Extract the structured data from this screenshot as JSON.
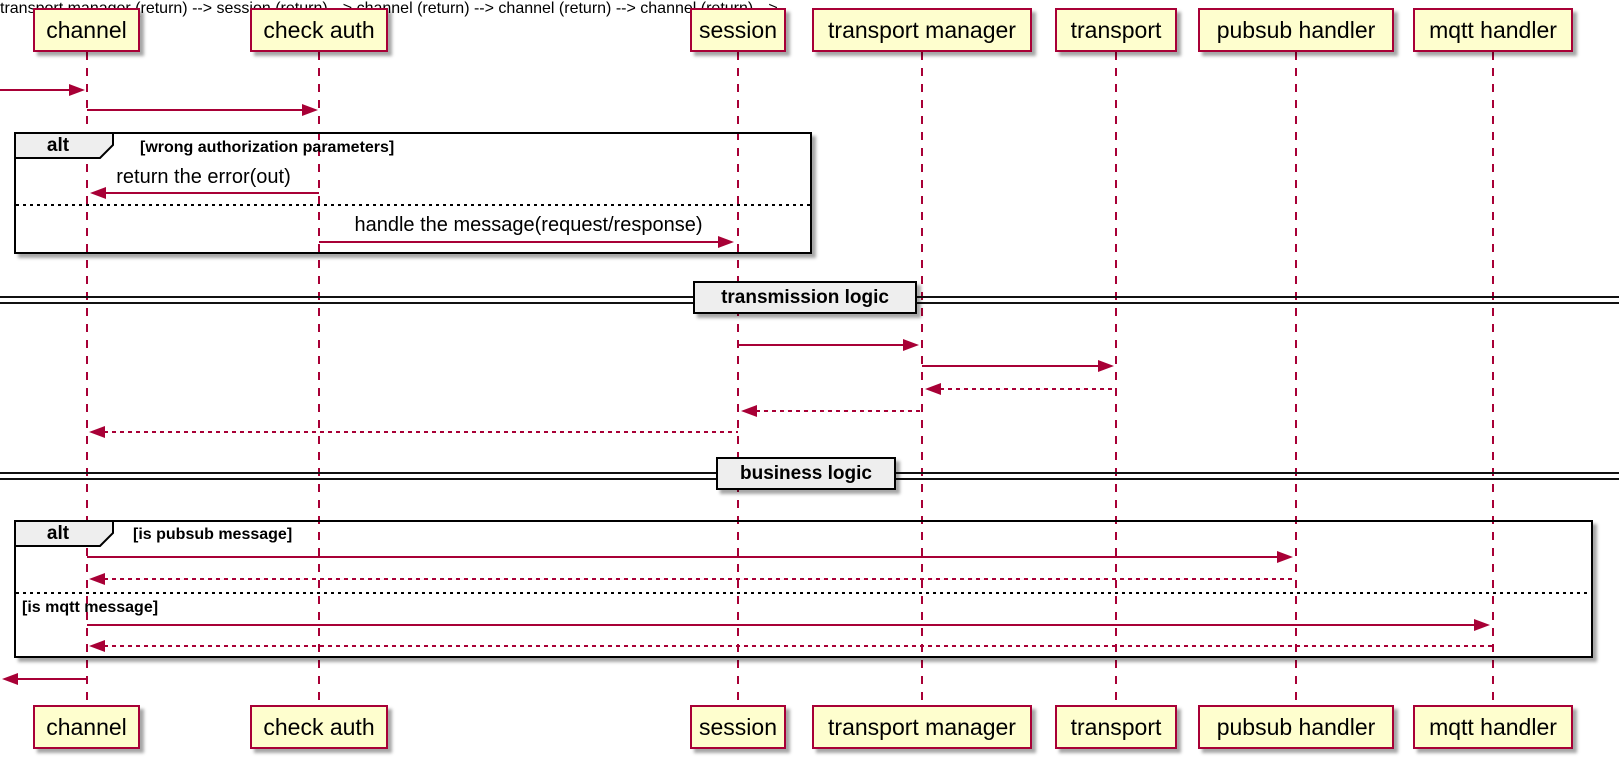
{
  "participants": [
    {
      "label": "channel"
    },
    {
      "label": "check auth"
    },
    {
      "label": "session"
    },
    {
      "label": "transport manager"
    },
    {
      "label": "transport"
    },
    {
      "label": "pubsub handler"
    },
    {
      "label": "mqtt handler"
    }
  ],
  "frames": [
    {
      "operator": "alt",
      "conditions": [
        "[wrong authorization parameters]"
      ]
    },
    {
      "operator": "alt",
      "conditions": [
        "[is pubsub message]",
        "[is mqtt message]"
      ]
    }
  ],
  "dividers": [
    {
      "label": "transmission logic"
    },
    {
      "label": "business logic"
    }
  ],
  "sequence": [
    {
      "from": "[external]",
      "to": "channel",
      "style": "solid",
      "label": ""
    },
    {
      "from": "channel",
      "to": "check auth",
      "style": "solid",
      "label": ""
    },
    {
      "from": "check auth",
      "to": "channel",
      "style": "solid",
      "label": "return the error(out)"
    },
    {
      "from": "check auth",
      "to": "session",
      "style": "solid",
      "label": "handle the message(request/response)"
    },
    {
      "from": "session",
      "to": "transport manager",
      "style": "solid",
      "label": ""
    },
    {
      "from": "transport manager",
      "to": "transport",
      "style": "solid",
      "label": ""
    },
    {
      "from": "transport",
      "to": "transport manager",
      "style": "dotted",
      "label": ""
    },
    {
      "from": "transport manager",
      "to": "session",
      "style": "dotted",
      "label": ""
    },
    {
      "from": "session",
      "to": "channel",
      "style": "dotted",
      "label": ""
    },
    {
      "from": "channel",
      "to": "pubsub handler",
      "style": "solid",
      "label": ""
    },
    {
      "from": "pubsub handler",
      "to": "channel",
      "style": "dotted",
      "label": ""
    },
    {
      "from": "channel",
      "to": "mqtt handler",
      "style": "solid",
      "label": ""
    },
    {
      "from": "mqtt handler",
      "to": "channel",
      "style": "dotted",
      "label": ""
    },
    {
      "from": "channel",
      "to": "[external]",
      "style": "solid",
      "label": ""
    }
  ],
  "colors": {
    "participant_fill": "#FEFECE",
    "participant_border": "#A80036",
    "arrow": "#A80036",
    "lifeline": "#A80036",
    "frame_border": "#000000",
    "frame_label_fill": "#EEEEEE",
    "divider_label_fill": "#EEEEEE",
    "background": "#FFFFFF",
    "text": "#000000"
  }
}
